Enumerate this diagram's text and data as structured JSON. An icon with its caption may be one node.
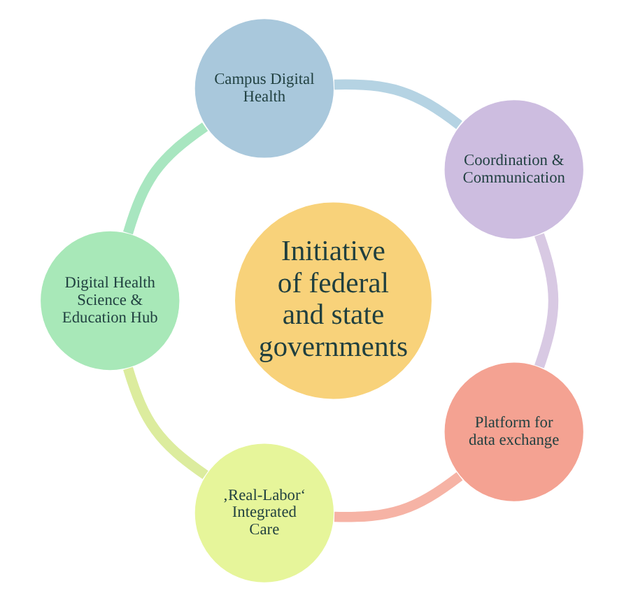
{
  "diagram": {
    "nodes": [
      {
        "text": [
          "Initiative of federal and state governments"
        ]
      },
      {
        "text": [
          "Platform for data exchange"
        ]
      },
      {
        "text": [
          "‚Real-Labor‘",
          "Integrated Care"
        ]
      },
      {
        "text": [
          "Digital Health Science & Education Hub"
        ]
      },
      {
        "text": [
          "Campus Digital Health"
        ]
      },
      {
        "text": [
          "Coordination & Communication"
        ]
      }
    ],
    "edges": [
      {
        "from": 1,
        "to": 2,
        "arrow": "none",
        "color": "#f6b3a5"
      },
      {
        "from": 2,
        "to": 3,
        "arrow": "none",
        "color": "#dcec9e"
      },
      {
        "from": 3,
        "to": 4,
        "arrow": "none",
        "color": "#a8e6c0"
      },
      {
        "from": 4,
        "to": 5,
        "arrow": "none",
        "color": "#b5d3e3"
      },
      {
        "from": 5,
        "to": 1,
        "arrow": "none",
        "color": "#d8c9e3"
      }
    ]
  }
}
